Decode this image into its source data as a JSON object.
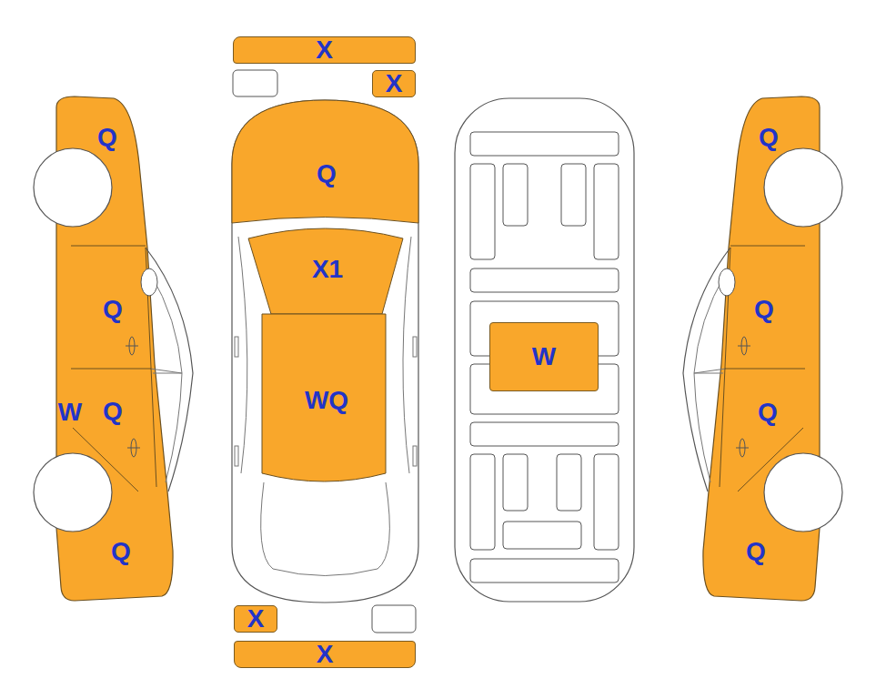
{
  "diagram": {
    "nodes": [
      {
        "text": [
          "X"
        ]
      },
      {
        "text": [
          "X"
        ]
      },
      {
        "text": [
          "W"
        ]
      },
      {
        "text": [
          "X"
        ]
      },
      {
        "text": [
          "X"
        ]
      }
    ],
    "labels": [
      "Q",
      "Q",
      "X1",
      "Q",
      "Q",
      "Q",
      "W",
      "Q",
      "Q",
      "WQ",
      "Q",
      "Q"
    ]
  }
}
